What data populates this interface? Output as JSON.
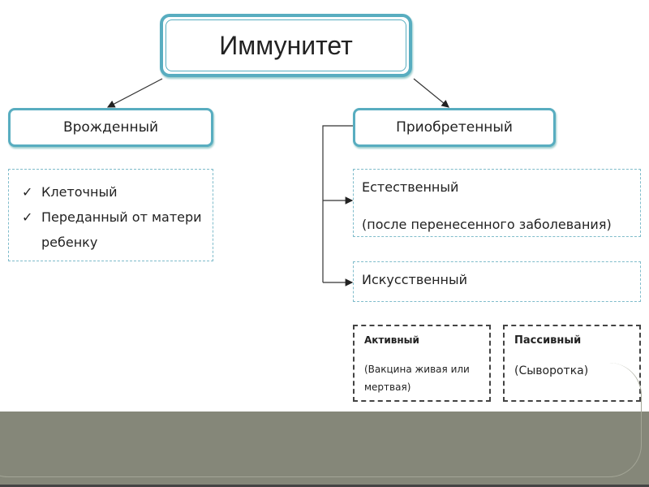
{
  "root": "Иммунитет",
  "innate": {
    "title": "Врожденный",
    "items": [
      "Клеточный",
      "Переданный от матери ребенку"
    ]
  },
  "acquired": {
    "title": "Приобретенный",
    "natural": {
      "title": "Естественный",
      "note": "(после перенесенного заболевания)"
    },
    "artificial": {
      "title": "Искусственный"
    },
    "active": {
      "title": "Активный",
      "note": "(Вакцина живая или мертвая)"
    },
    "passive": {
      "title": "Пассивный",
      "note": "(Сыворотка)"
    }
  },
  "colors": {
    "accent": "#58adc0",
    "footer": "#858779"
  }
}
